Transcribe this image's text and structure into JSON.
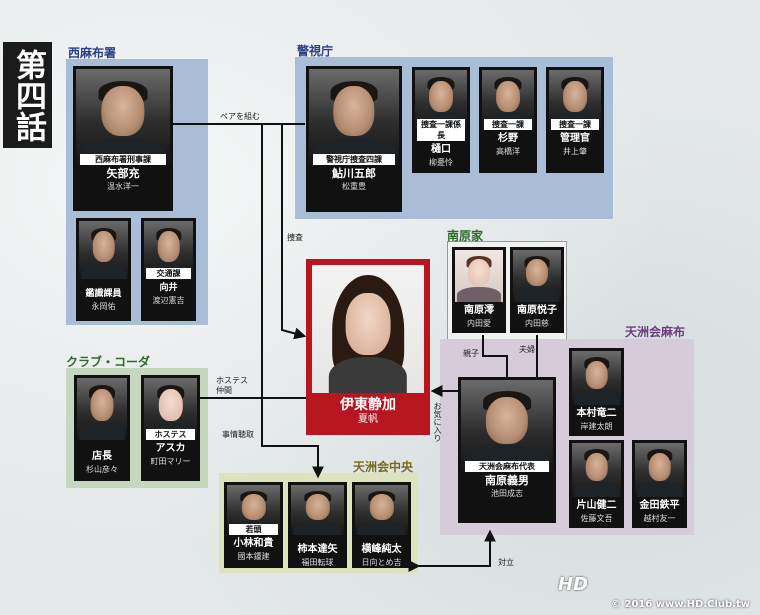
{
  "episode": "第四話",
  "groups": {
    "nishiazabu": "西麻布署",
    "keishicho": "警視庁",
    "nanbara": "南原家",
    "club": "クラブ・コーダ",
    "tenshu_azabu": "天洲会麻布",
    "tenshu_chuo": "天洲会中央"
  },
  "main": {
    "name": "伊東静加",
    "actor": "夏帆"
  },
  "people": [
    {
      "id": "yabe",
      "tag": "西麻布署刑事課",
      "name": "矢部充",
      "actor": "温水洋一"
    },
    {
      "id": "kanshiki",
      "tag": "",
      "name": "鑑識課員",
      "actor": "永岡佑"
    },
    {
      "id": "mukai",
      "tag": "交通課",
      "name": "向井",
      "actor": "渡辺憲吉"
    },
    {
      "id": "ayukawa",
      "tag": "警視庁捜査四課",
      "name": "鮎川五郎",
      "actor": "松重豊"
    },
    {
      "id": "higuchi",
      "tag": "捜査一課係長",
      "name": "樋口",
      "actor": "柳憂怜"
    },
    {
      "id": "sugino",
      "tag": "捜査一課",
      "name": "杉野",
      "actor": "高橋洋"
    },
    {
      "id": "kanrikan",
      "tag": "捜査一課",
      "name": "管理官",
      "actor": "井上肇"
    },
    {
      "id": "mio",
      "tag": "",
      "name": "南原澪",
      "actor": "内田愛"
    },
    {
      "id": "etsuko",
      "tag": "",
      "name": "南原悦子",
      "actor": "内田慈"
    },
    {
      "id": "yoshio",
      "tag": "天洲会麻布代表",
      "name": "南原義男",
      "actor": "池田成志"
    },
    {
      "id": "kimura",
      "tag": "",
      "name": "本村竜二",
      "actor": "岸建太朗"
    },
    {
      "id": "katayama",
      "tag": "",
      "name": "片山健二",
      "actor": "佐藤文吾"
    },
    {
      "id": "kaneda",
      "tag": "",
      "name": "金田鉄平",
      "actor": "越村友一"
    },
    {
      "id": "tencho",
      "tag": "",
      "name": "店長",
      "actor": "杉山彦々"
    },
    {
      "id": "asuka",
      "tag": "ホステス",
      "name": "アスカ",
      "actor": "町田マリー"
    },
    {
      "id": "kobayashi",
      "tag": "若頭",
      "name": "小林和貴",
      "actor": "國本鍾建"
    },
    {
      "id": "kakimoto",
      "tag": "",
      "name": "柿本達矢",
      "actor": "福田転球"
    },
    {
      "id": "yokomine",
      "tag": "",
      "name": "横峰純太",
      "actor": "日向とめ吉"
    }
  ],
  "relations": {
    "pair": "ペアを組む",
    "sousa": "捜査",
    "hostess_line1": "ホステス",
    "hostess_line2": "仲間",
    "jijou": "事情聴取",
    "oyako": "親子",
    "fuufu": "夫婦",
    "okiniiri": "お気に入り",
    "tairitsu": "対立"
  },
  "watermark": "© 2016  www.HD.Club.tw",
  "logo": "HD"
}
